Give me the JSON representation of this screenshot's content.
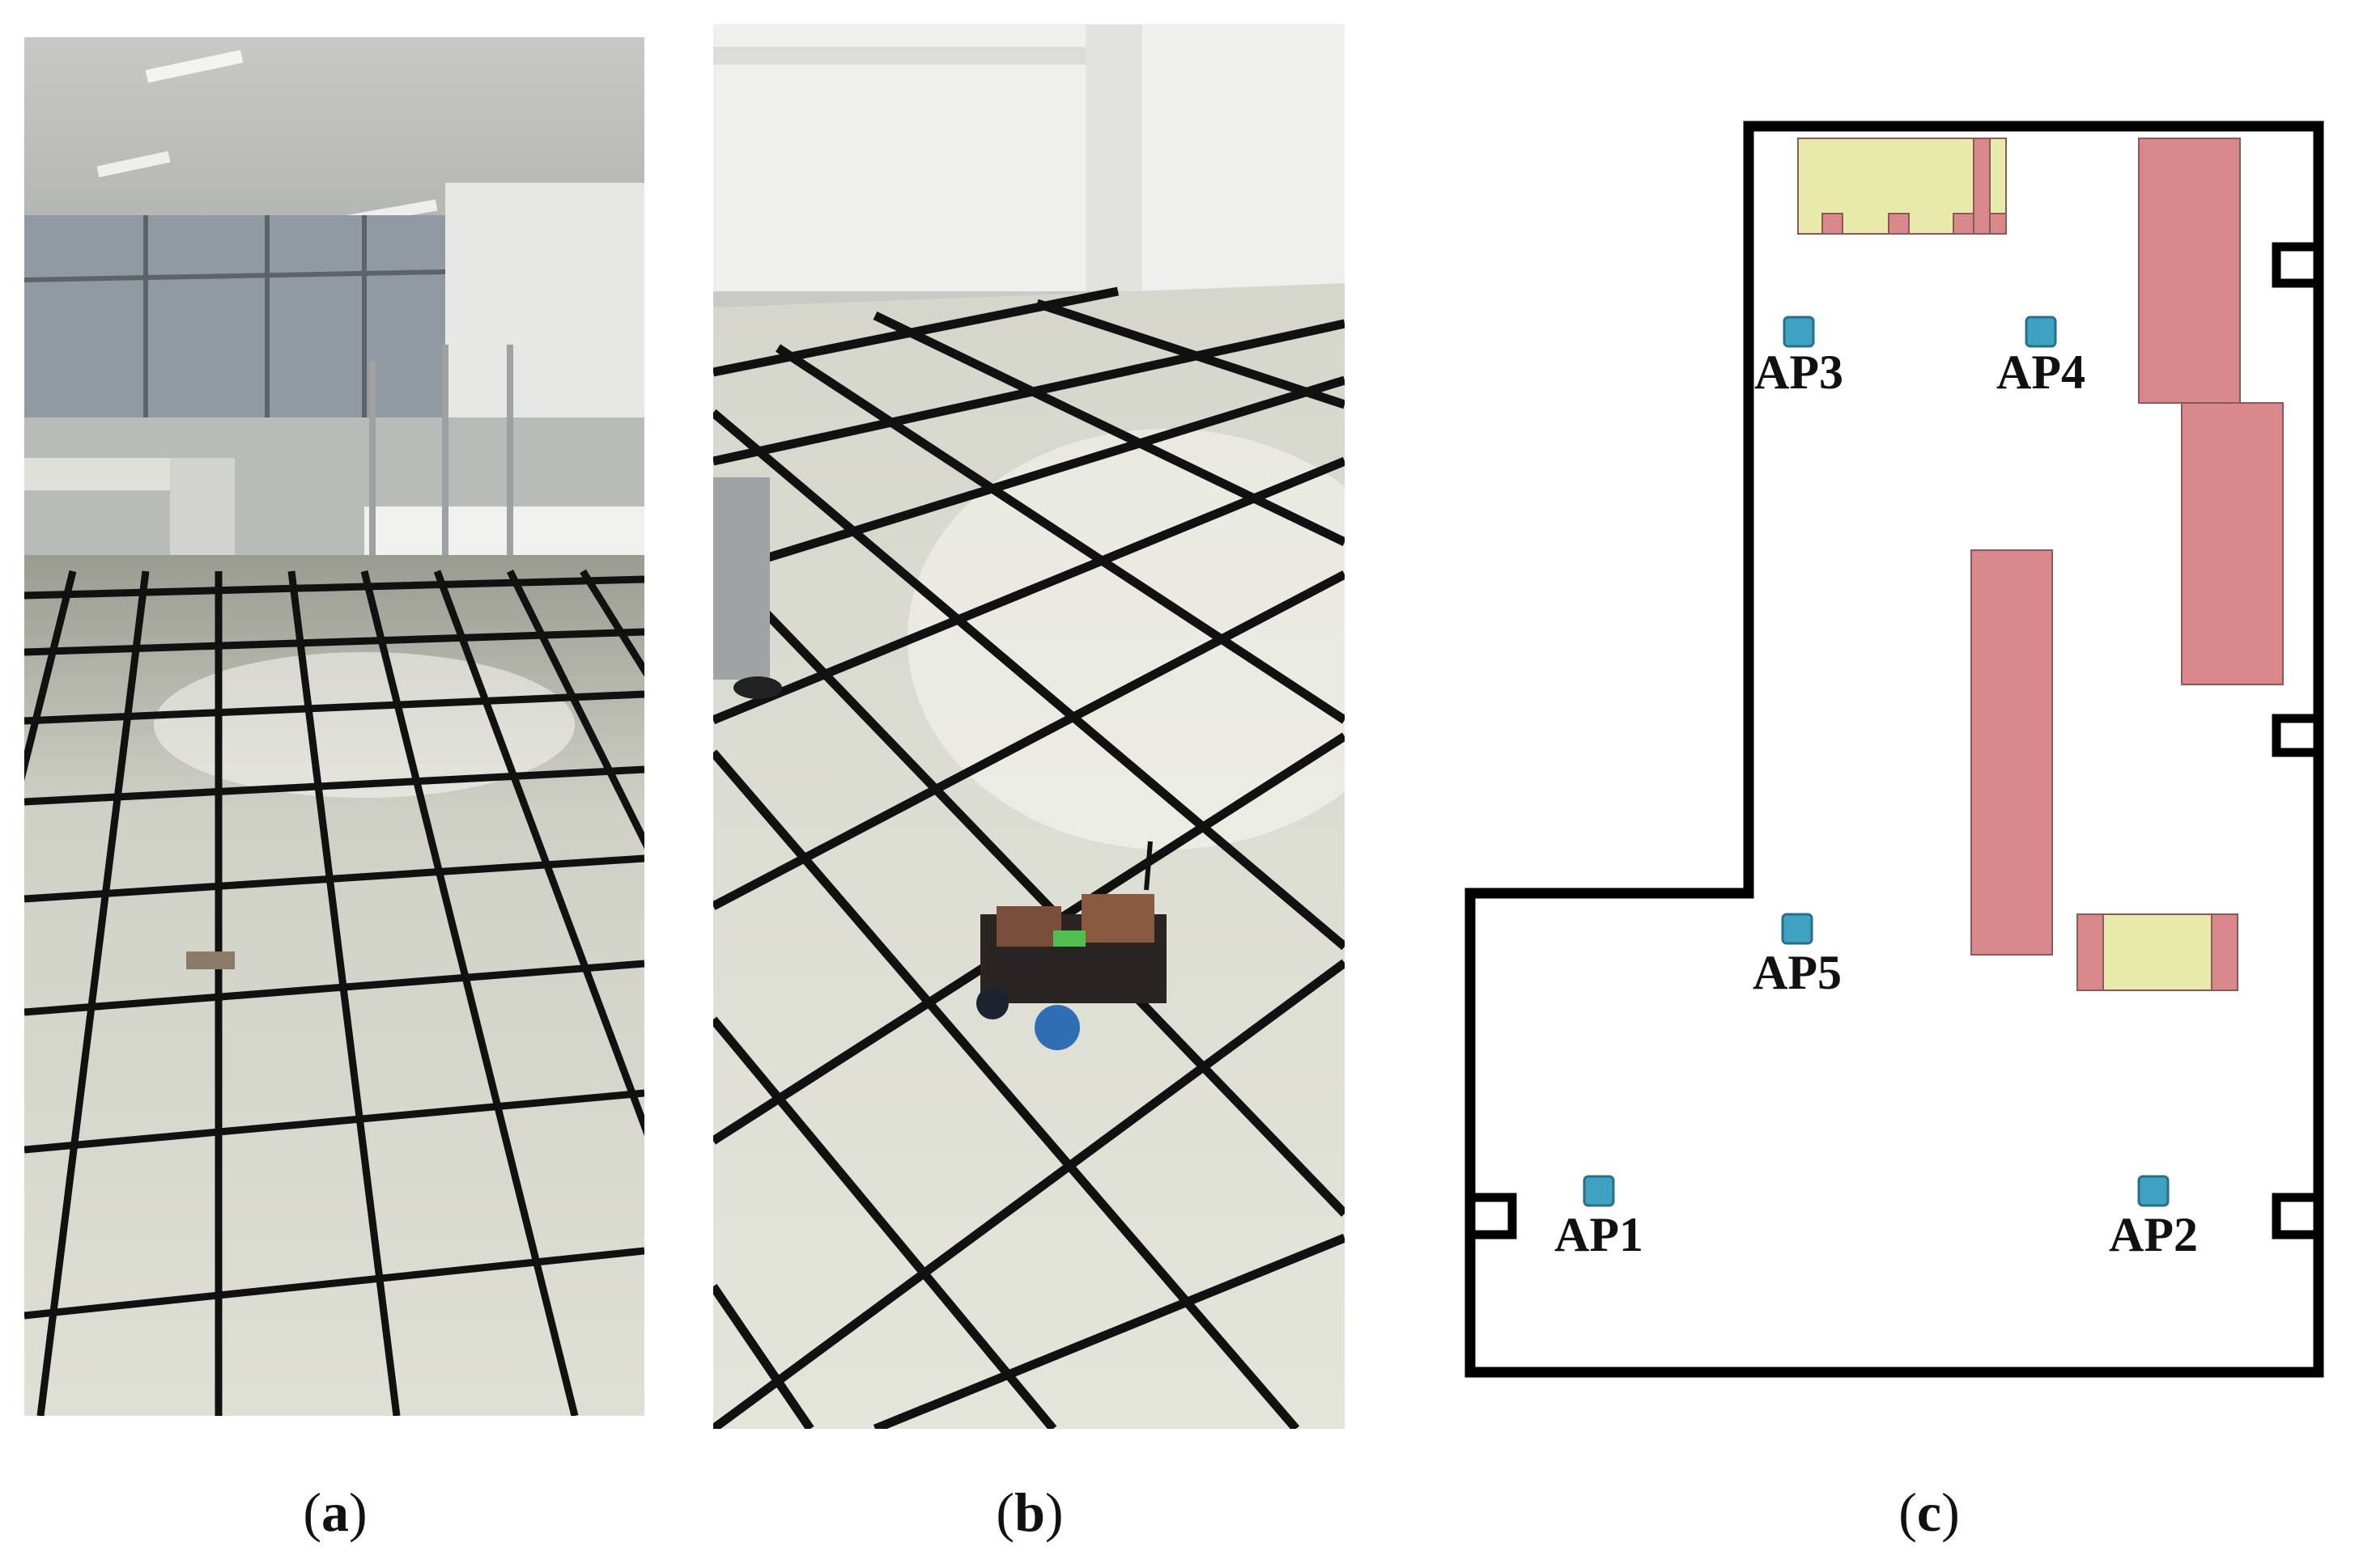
{
  "captions": {
    "a_letter": "a",
    "b_letter": "b",
    "c_letter": "c"
  },
  "floor_plan": {
    "colors": {
      "wall": "#000000",
      "obstacle_red": "#d9898c",
      "obstacle_yellow": "#e8eaab",
      "access_point": "#3fa2c2"
    },
    "access_points": [
      {
        "id": "ap1",
        "label": "AP1"
      },
      {
        "id": "ap2",
        "label": "AP2"
      },
      {
        "id": "ap3",
        "label": "AP3"
      },
      {
        "id": "ap4",
        "label": "AP4"
      },
      {
        "id": "ap5",
        "label": "AP5"
      }
    ]
  },
  "photos": {
    "a": "indoor-lab-photo-with-floor-grid-and-workbenches",
    "b": "indoor-lab-photo-with-floor-grid-and-mobile-robot"
  }
}
